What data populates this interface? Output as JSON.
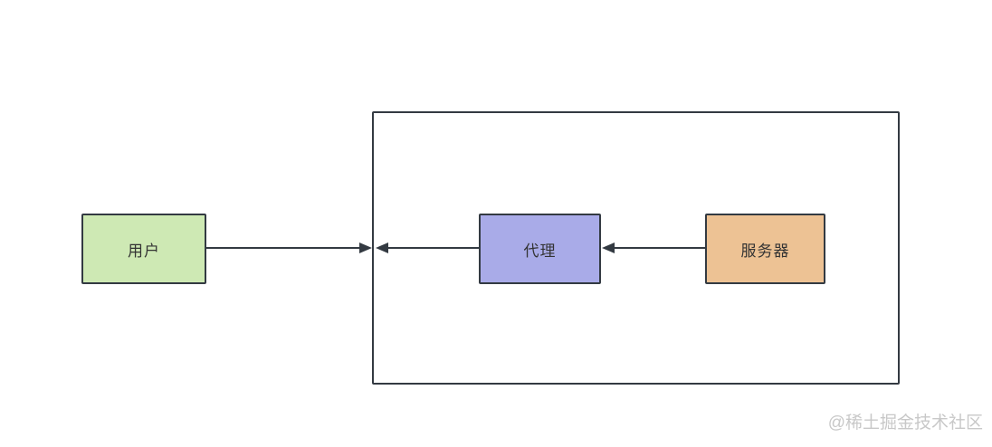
{
  "diagram": {
    "nodes": {
      "user": {
        "label": "用户",
        "fill": "#cee9b4"
      },
      "proxy": {
        "label": "代理",
        "fill": "#a9abe8"
      },
      "server": {
        "label": "服务器",
        "fill": "#edc294"
      }
    },
    "edges": [
      {
        "from": "user",
        "to": "boundary",
        "direction": "right"
      },
      {
        "from": "proxy",
        "to": "boundary",
        "direction": "left"
      },
      {
        "from": "server",
        "to": "proxy",
        "direction": "left"
      }
    ],
    "stroke_color": "#333a42",
    "label_color": "#333333",
    "watermark": "@稀土掘金技术社区",
    "watermark_color": "#c8c8c8"
  }
}
